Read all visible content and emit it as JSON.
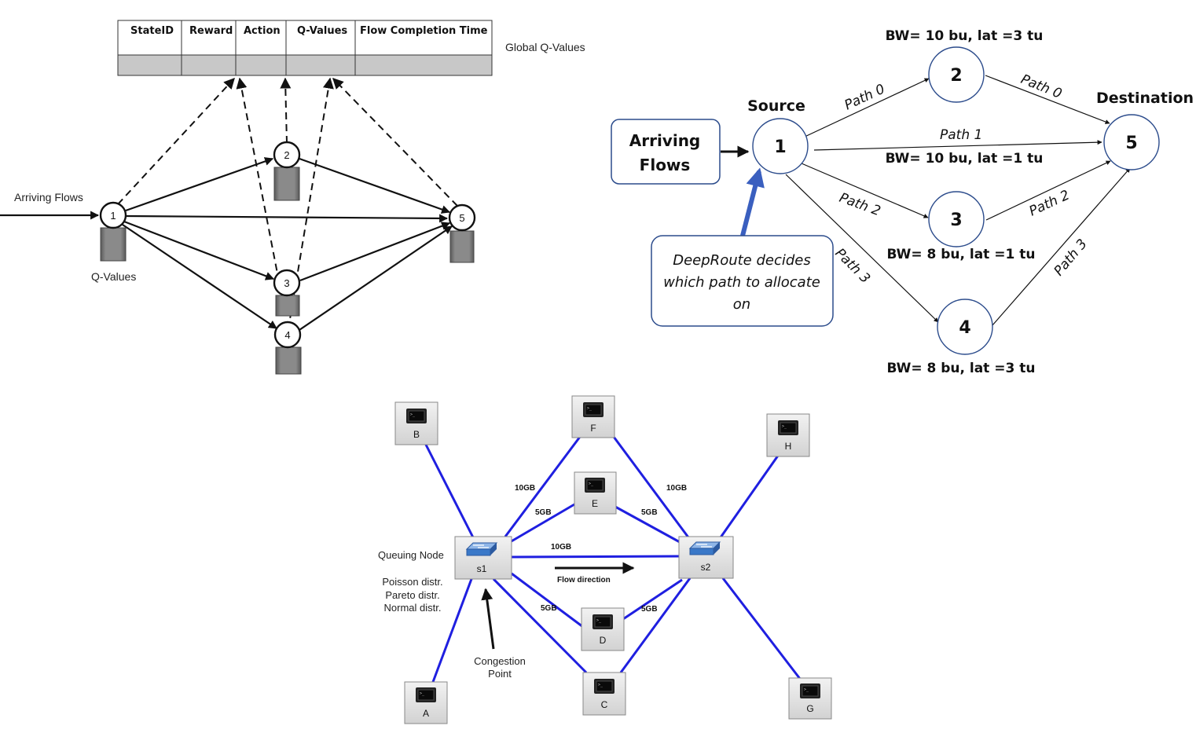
{
  "diagram_a": {
    "table_headers": [
      "StateID",
      "Reward",
      "Action",
      "Q-Values",
      "Flow Completion Time"
    ],
    "global_label": "Global Q-Values",
    "arriving_label": "Arriving Flows",
    "qvalues_label": "Q-Values",
    "nodes": [
      "1",
      "2",
      "3",
      "4",
      "5"
    ]
  },
  "diagram_b": {
    "source_label": "Source",
    "destination_label": "Destination",
    "arriving_box": [
      "Arriving",
      "Flows"
    ],
    "deeproute_box": [
      "DeepRoute decides",
      "which path to allocate",
      "on"
    ],
    "nodes": [
      "1",
      "2",
      "3",
      "4",
      "5"
    ],
    "path_labels": {
      "p0a": "Path 0",
      "p0b": "Path 0",
      "p1": "Path 1",
      "p2a": "Path 2",
      "p2b": "Path 2",
      "p3a": "Path 3",
      "p3b": "Path 3"
    },
    "bw_labels": {
      "n2": "BW= 10 bu, lat =3 tu",
      "p1": "BW= 10 bu, lat =1 tu",
      "n3": "BW= 8 bu, lat =1 tu",
      "n4": "BW= 8 bu, lat =3 tu"
    }
  },
  "diagram_c": {
    "hosts": [
      "A",
      "B",
      "C",
      "D",
      "E",
      "F",
      "G",
      "H"
    ],
    "switches": [
      "s1",
      "s2"
    ],
    "queuing_label": "Queuing Node",
    "distributions": [
      "Poisson distr.",
      "Pareto distr.",
      "Normal distr."
    ],
    "congestion_label": [
      "Congestion",
      "Point"
    ],
    "flow_direction": "Flow direction",
    "bandwidth_labels": {
      "s1_f": "10GB",
      "s1_e": "5GB",
      "s1_s2": "10GB",
      "e_s2": "5GB",
      "f_s2": "10GB",
      "s1_d": "5GB",
      "d_s2": "5GB"
    }
  },
  "colors": {
    "link_blue": "#1f1fe0",
    "deeproute_arrow": "#3a5fbf",
    "box_border": "#2c4c8c",
    "queue_gray": "#808080",
    "table_fill": "#c8c8c8"
  }
}
